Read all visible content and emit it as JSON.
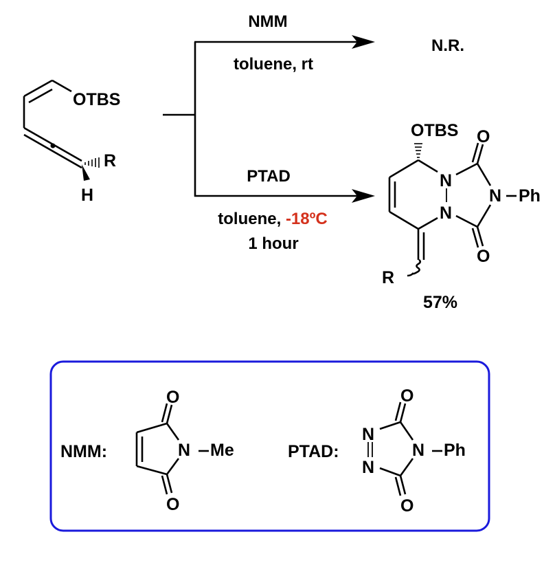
{
  "starting_material": {
    "substituents": {
      "otbs": "OTBS",
      "r": "R",
      "h": "H"
    }
  },
  "reactions": [
    {
      "reagent": "NMM",
      "conditions": [
        "toluene, rt"
      ],
      "result": "N.R."
    },
    {
      "reagent": "PTAD",
      "conditions_solvent": "toluene, ",
      "conditions_temp": "-18ºC",
      "conditions_time": "1 hour",
      "temp_color": "#d4311c"
    }
  ],
  "product": {
    "otbs": "OTBS",
    "n1": "N",
    "n2": "N",
    "n3": "N",
    "ph": "Ph",
    "o_top": "O",
    "o_bottom": "O",
    "r": "R",
    "yield": "57%"
  },
  "legend": {
    "border_color": "#1a1adc",
    "nmm": {
      "label": "NMM:",
      "o_top": "O",
      "o_bottom": "O",
      "n": "N",
      "me": "Me"
    },
    "ptad": {
      "label": "PTAD:",
      "o_top": "O",
      "o_bottom": "O",
      "n_left_top": "N",
      "n_left_bottom": "N",
      "n": "N",
      "ph": "Ph"
    }
  }
}
